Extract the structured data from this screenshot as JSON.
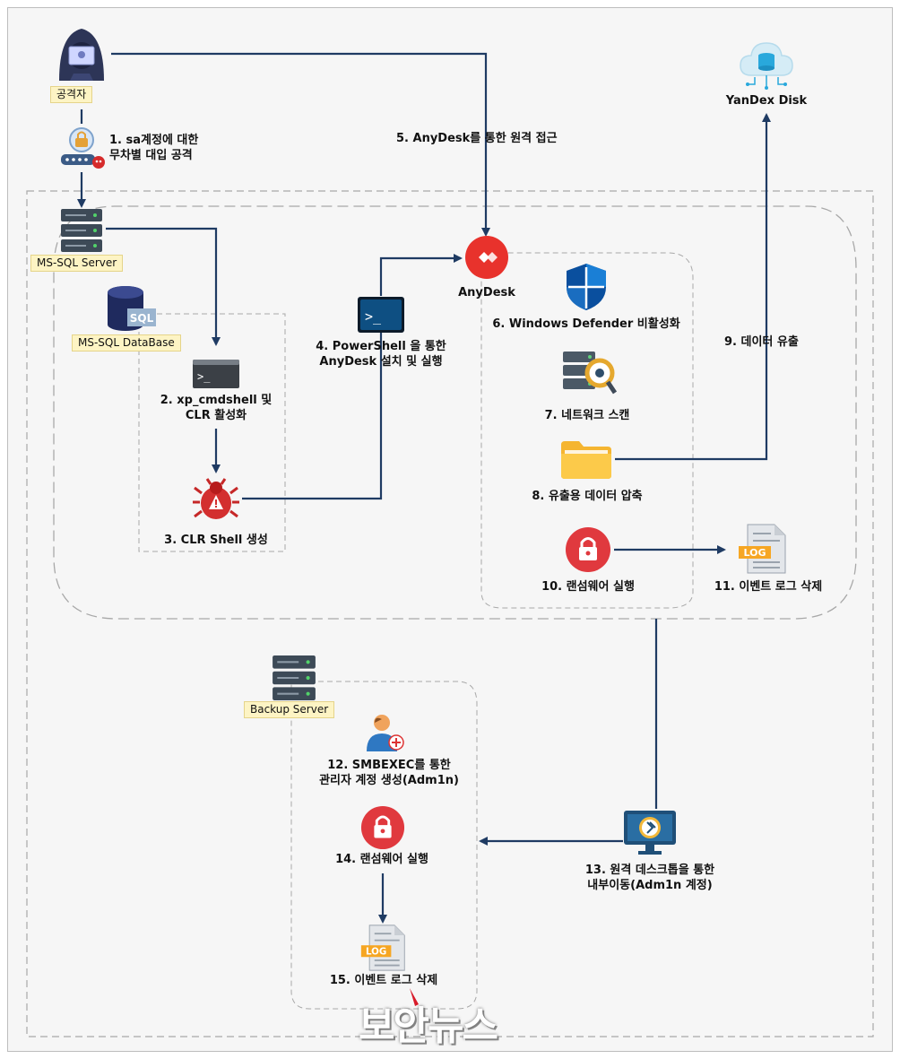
{
  "attacker_label": "공격자",
  "mssql_server_label": "MS-SQL Server",
  "mssql_db_label": "MS-SQL DataBase",
  "backup_server_label": "Backup Server",
  "anydesk_label": "AnyDesk",
  "yandex_label": "YanDex Disk",
  "steps": {
    "s1_line1": "1. sa계정에 대한",
    "s1_line2": "무차별 대입 공격",
    "s2_line1": "2. xp_cmdshell 및",
    "s2_line2": "CLR 활성화",
    "s3": "3. CLR Shell 생성",
    "s4_line1": "4. PowerShell 을 통한",
    "s4_line2": "AnyDesk 설치 및 실행",
    "s5": "5. AnyDesk를 통한 원격 접근",
    "s6": "6. Windows Defender 비활성화",
    "s7": "7. 네트워크 스캔",
    "s8": "8. 유출용 데이터 압축",
    "s9": "9. 데이터 유출",
    "s10": "10. 랜섬웨어 실행",
    "s11": "11. 이벤트 로그 삭제",
    "s12_line1": "12. SMBEXEC를 통한",
    "s12_line2": "관리자 계정 생성(Adm1n)",
    "s13_line1": "13. 원격 데스크톱을 통한",
    "s13_line2": "내부이동(Adm1n 계정)",
    "s14": "14. 랜섬웨어 실행",
    "s15": "15. 이벤트 로그 삭제"
  },
  "sql_icon_text": "SQL",
  "log_icon_text": "LOG",
  "watermark": "보안뉴스",
  "colors": {
    "arrow": "#1f3b63",
    "dash": "#a8a8a8",
    "ransom": "#e0393e",
    "anydesk": "#e8322c"
  }
}
